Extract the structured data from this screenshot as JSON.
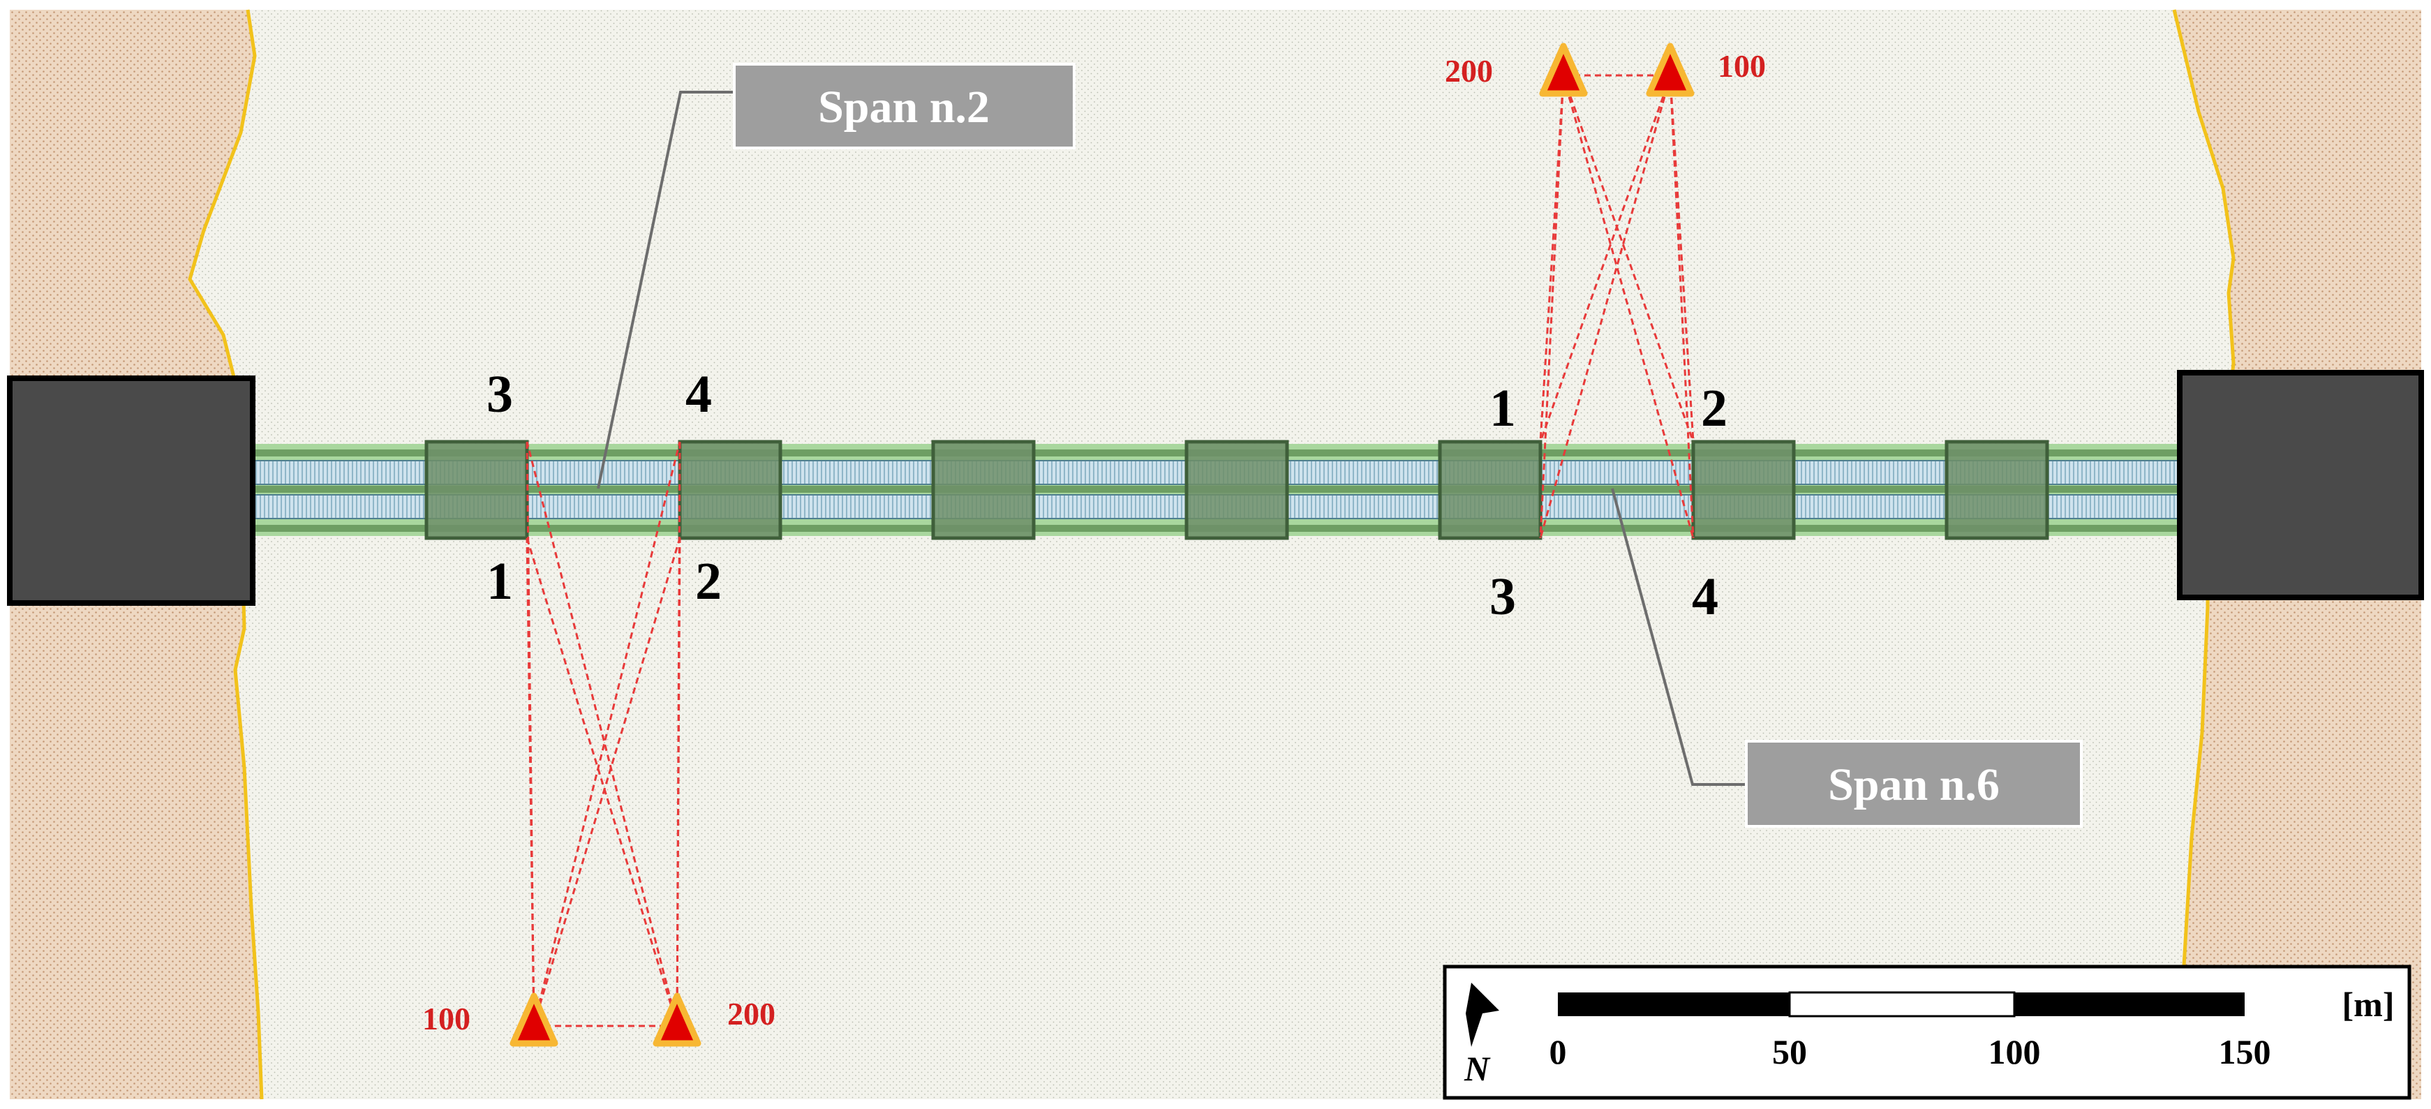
{
  "callouts": {
    "span2": "Span n.2",
    "span6": "Span n.6"
  },
  "span2_points": {
    "top_left": "3",
    "top_right": "4",
    "bottom_left": "1",
    "bottom_right": "2"
  },
  "span6_points": {
    "top_left": "1",
    "top_right": "2",
    "bottom_left": "3",
    "bottom_right": "4"
  },
  "stations_south": {
    "left": "100",
    "right": "200"
  },
  "stations_north": {
    "left": "200",
    "right": "100"
  },
  "scale_bar": {
    "unit": "[m]",
    "ticks": [
      "0",
      "50",
      "100",
      "150"
    ]
  },
  "north_arrow": {
    "letter": "N"
  },
  "colors": {
    "river": "#f0f0e6",
    "bank": "#ecd6c0",
    "shoreline": "#f2c21b",
    "deck_band": "#a9d79e",
    "station": "#e00000",
    "station_outline": "#f7b733",
    "sight_line": "#e83a3a",
    "callout": "#9e9e9e",
    "abutment": "#4a4a4a"
  },
  "icons": {
    "station": "surveying-station-triangle-icon",
    "north": "north-arrow-icon"
  }
}
